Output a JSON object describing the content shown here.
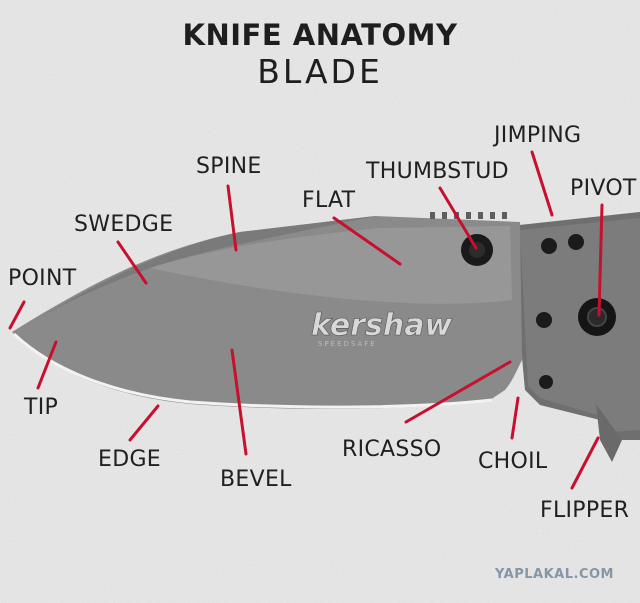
{
  "title": {
    "line1": "KNIFE ANATOMY",
    "line2": "BLADE"
  },
  "brand": {
    "logo": "kershaw",
    "sub": "SPEEDSAFE"
  },
  "labels": {
    "point": "POINT",
    "swedge": "SWEDGE",
    "spine": "SPINE",
    "flat": "FLAT",
    "thumbstud": "THUMBSTUD",
    "jimping": "JIMPING",
    "pivot": "PIVOT",
    "tip": "TIP",
    "edge": "EDGE",
    "bevel": "BEVEL",
    "ricasso": "RICASSO",
    "choil": "CHOIL",
    "flipper": "FLIPPER"
  },
  "watermark": "YAPLAKAL.COM",
  "colors": {
    "blade": "#8e8e8e",
    "handle": "#767676",
    "pointer": "#c8102e",
    "text": "#202020"
  }
}
